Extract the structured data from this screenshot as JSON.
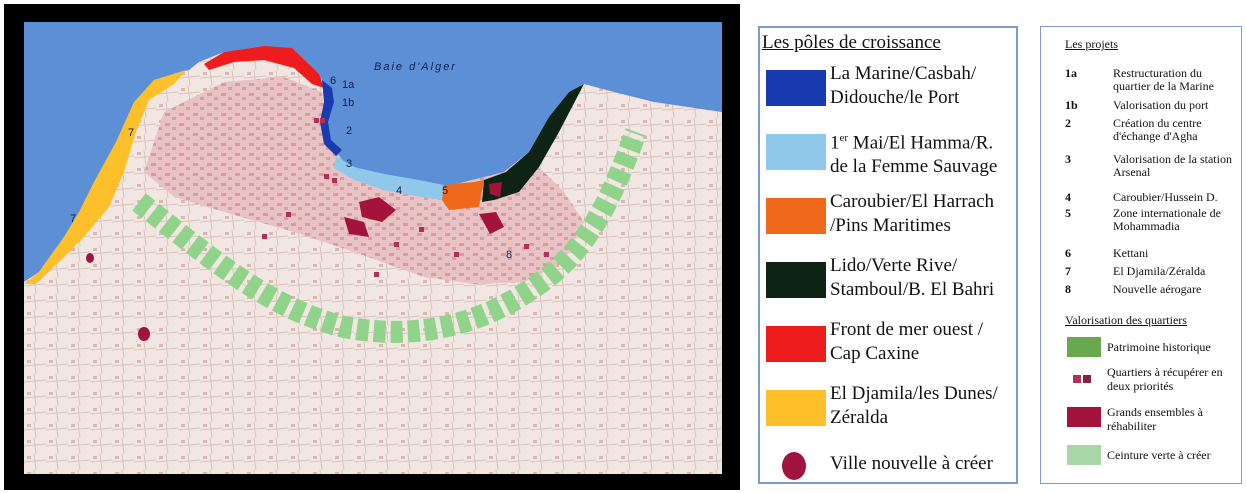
{
  "map": {
    "bay_label": "Baie  d'Alger",
    "markers": [
      "1a",
      "1b",
      "2",
      "3",
      "4",
      "5",
      "6",
      "7",
      "7",
      "8"
    ]
  },
  "legend_poles": {
    "title": "Les pôles de croissance",
    "items": [
      {
        "color": "#1a3bb0",
        "label": "La Marine/Casbah/\nDidouche/le Port"
      },
      {
        "color": "#8fc8e8",
        "label_prefix": "1",
        "label_sup": "er",
        "label_rest": " Mai/El Hamma/R.\nde la Femme Sauvage"
      },
      {
        "color": "#ee6a1a",
        "label": "Caroubier/El Harrach\n/Pins Maritimes"
      },
      {
        "color": "#0d2414",
        "label": "Lido/Verte Rive/\nStamboul/B. El Bahri"
      },
      {
        "color": "#ee1c1c",
        "label": "Front de mer ouest /\nCap Caxine"
      },
      {
        "color": "#fec02a",
        "label": "El Djamila/les Dunes/\nZéralda"
      },
      {
        "color": "#a01440",
        "label": "Ville nouvelle à créer"
      }
    ]
  },
  "legend_projects": {
    "title": "Les projets",
    "items": [
      {
        "num": "1a",
        "text": "Restructuration du quartier de la Marine"
      },
      {
        "num": "1b",
        "text": "Valorisation du port"
      },
      {
        "num": "2",
        "text": "Création du centre d'échange d'Agha"
      },
      {
        "num": "3",
        "text": "Valorisation de la station Arsenal"
      },
      {
        "num": "4",
        "text": "Caroubier/Hussein D."
      },
      {
        "num": "5",
        "text": "Zone internationale de Mohammadia"
      },
      {
        "num": "6",
        "text": "Kettani"
      },
      {
        "num": "7",
        "text": "El Djamila/Zéralda"
      },
      {
        "num": "8",
        "text": "Nouvelle aérogare"
      }
    ],
    "section_title": "Valorisation des quartiers",
    "valorisation": [
      {
        "color": "#6aa84f",
        "text": "Patrimoine historique"
      },
      {
        "color": "#b0305a",
        "text": "Quartiers à récupérer en deux priorités"
      },
      {
        "color": "#a3133b",
        "text": "Grands ensembles à réhabiliter"
      },
      {
        "color": "#a8d8a8",
        "text": "Ceinture verte à créer"
      }
    ]
  }
}
